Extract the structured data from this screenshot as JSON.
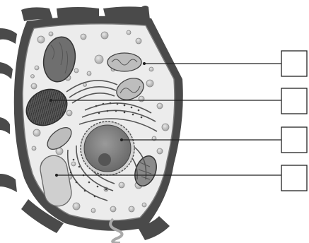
{
  "diagram": {
    "kind": "plant-cell",
    "style": "grayscale-line-illustration",
    "label_boxes": [
      {
        "id": "box-1",
        "text": ""
      },
      {
        "id": "box-2",
        "text": ""
      },
      {
        "id": "box-3",
        "text": ""
      },
      {
        "id": "box-4",
        "text": ""
      }
    ],
    "colors": {
      "cell_wall": "#4a4a4a",
      "membrane": "#6b6b6b",
      "cytoplasm": "#ececec",
      "organelle_fill": "#bdbdbd",
      "chloroplast_fill": "#6f6f6f",
      "nucleus_fill": "#7d7d7d",
      "line": "#222222"
    }
  }
}
